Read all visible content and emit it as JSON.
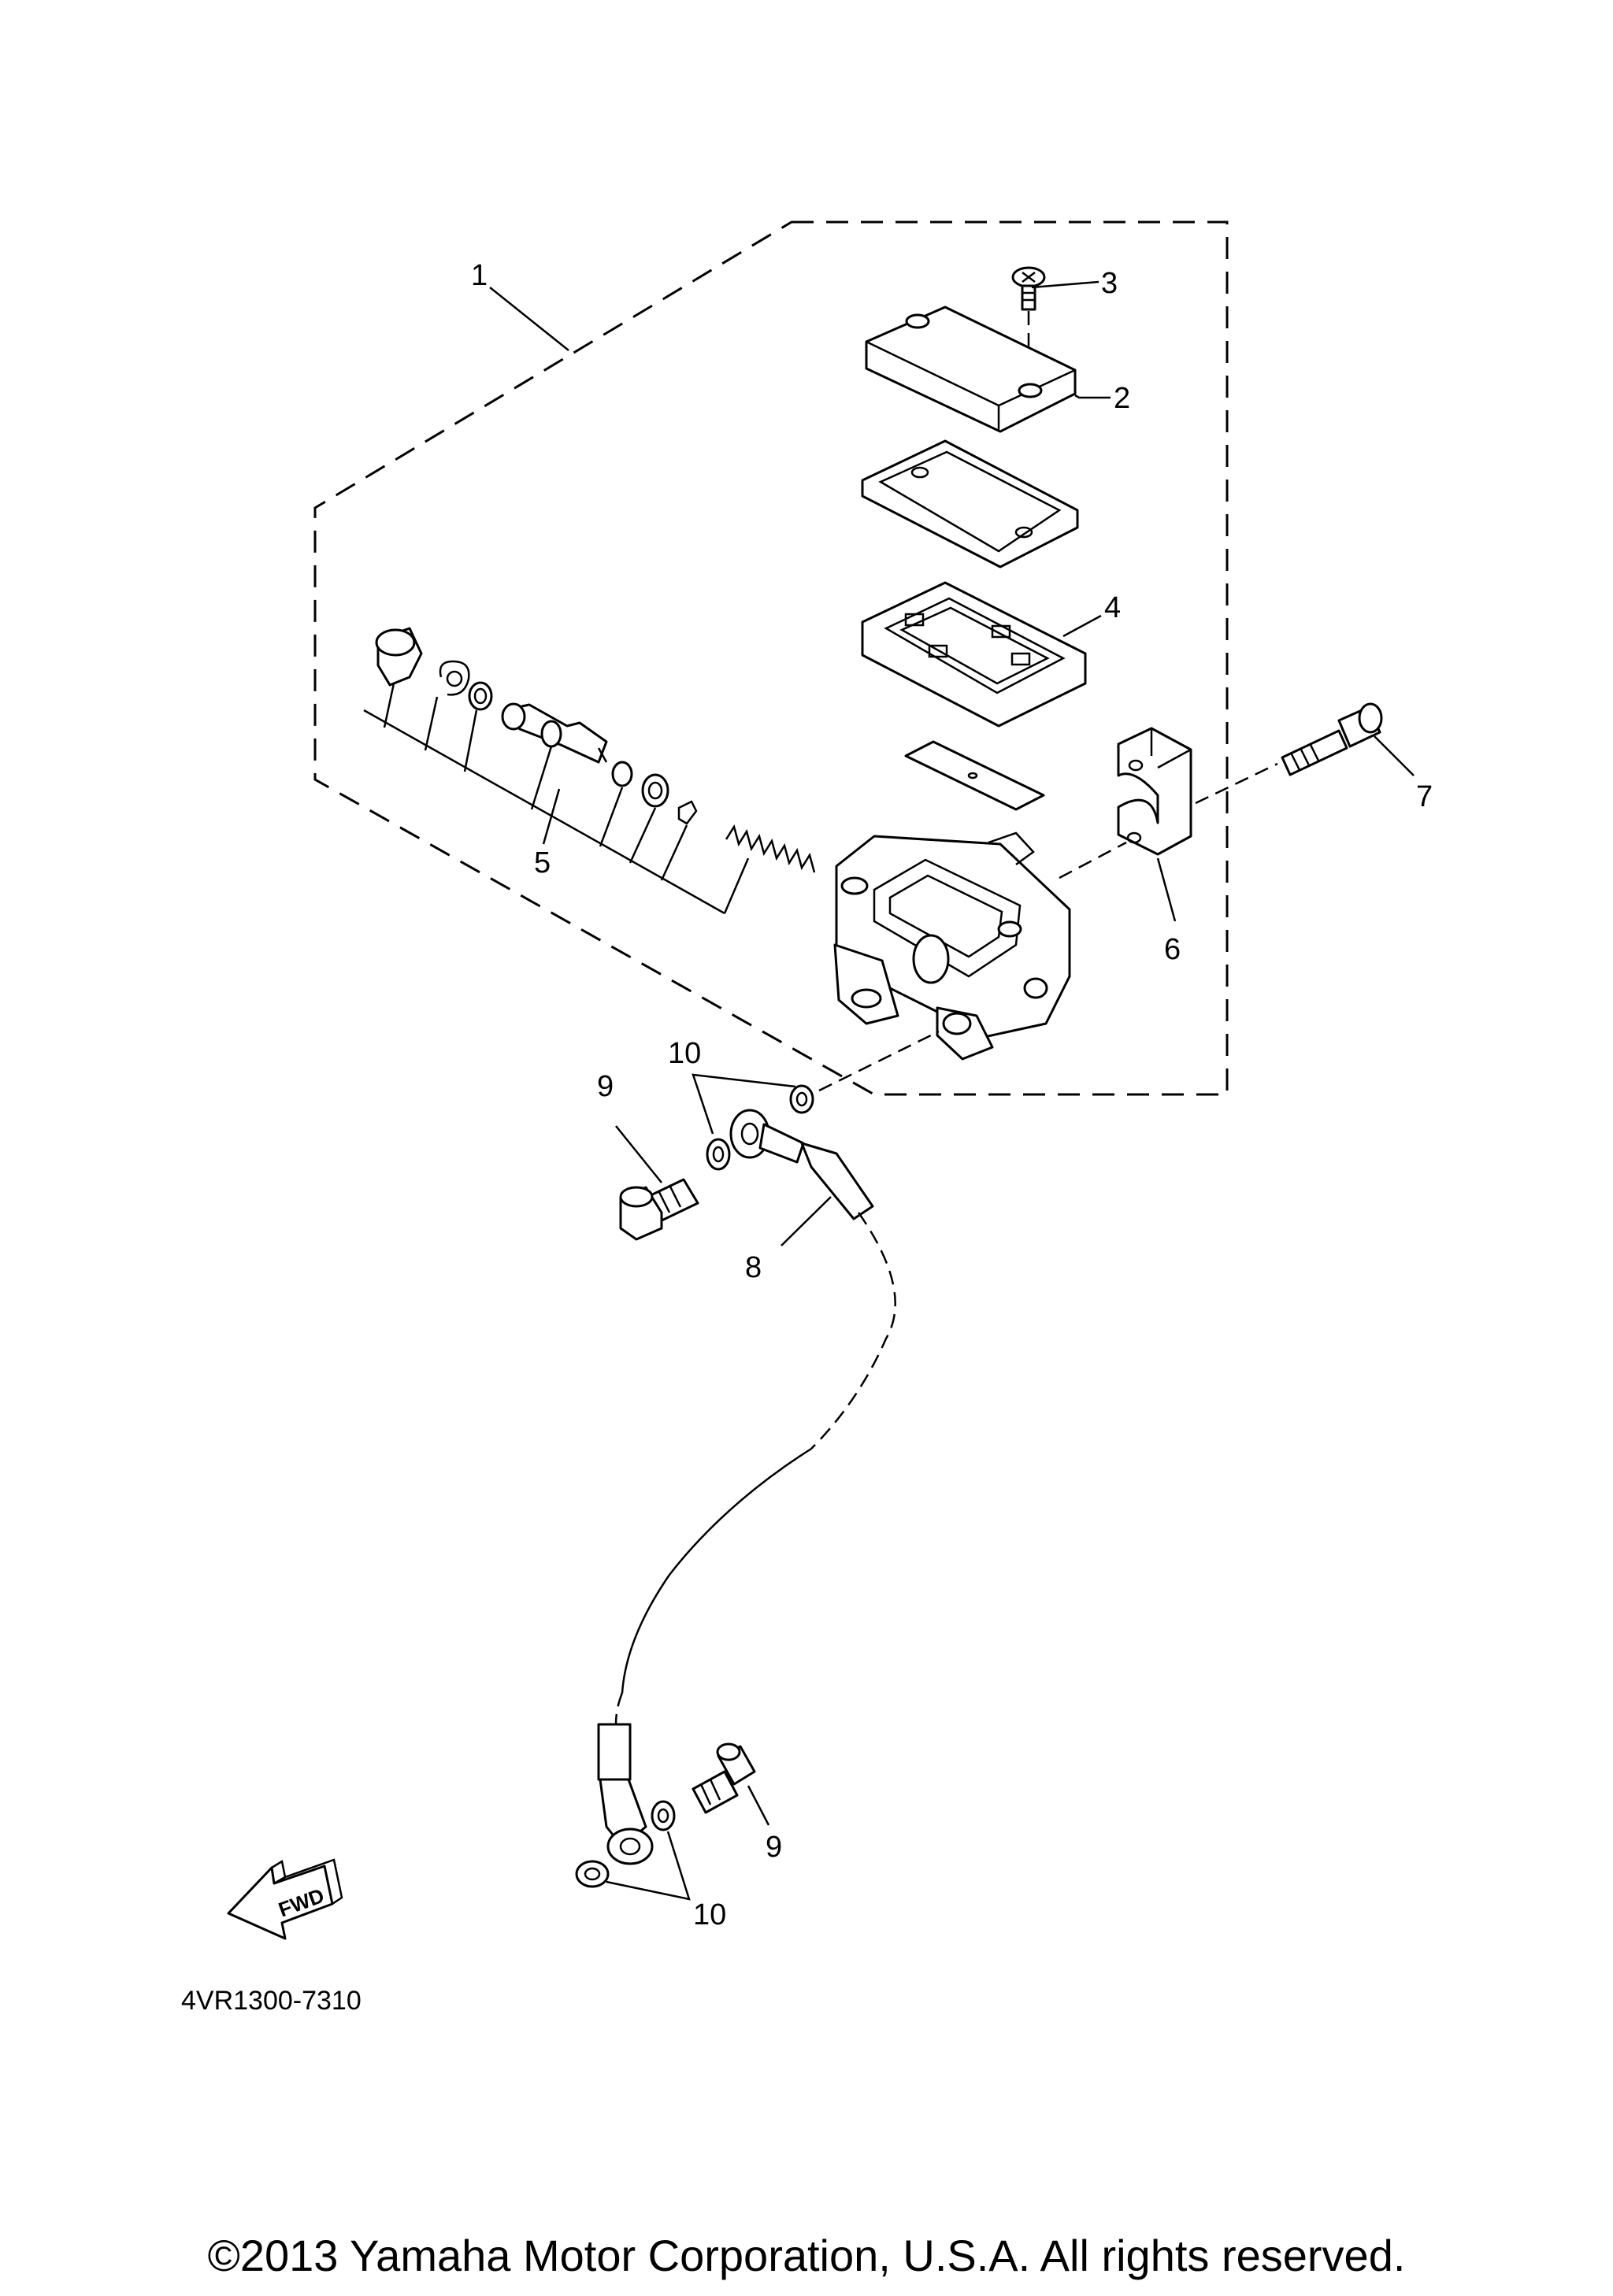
{
  "callouts": {
    "c1": "1",
    "c2": "2",
    "c3": "3",
    "c4": "4",
    "c5": "5",
    "c6": "6",
    "c7": "7",
    "c8": "8",
    "c9a": "9",
    "c9b": "9",
    "c10a": "10",
    "c10b": "10"
  },
  "fwd_label": "FWD",
  "diagram_code": "4VR1300-7310",
  "copyright": "©2013 Yamaha Motor Corporation, U.S.A. All rights reserved."
}
